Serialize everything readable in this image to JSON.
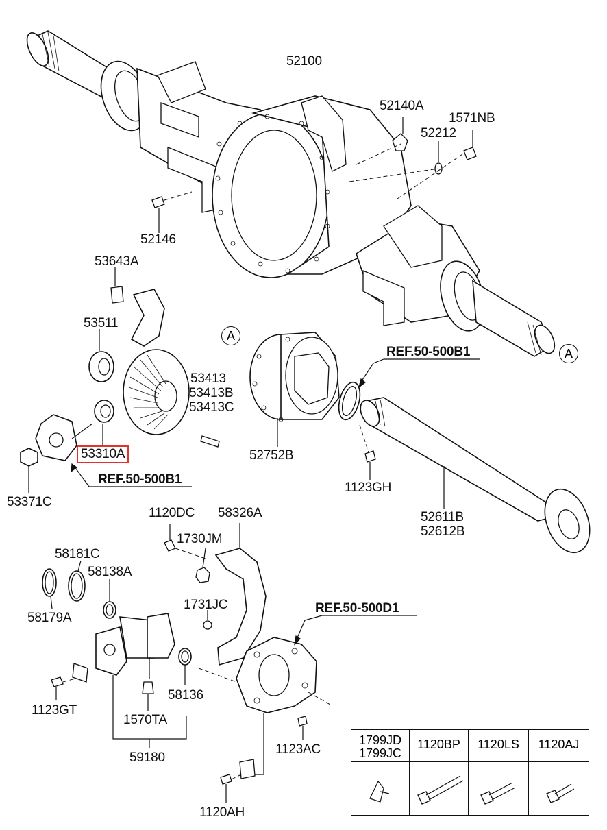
{
  "labels": {
    "p52100": "52100",
    "p52140a": "52140A",
    "p1571nb": "1571NB",
    "p52212": "52212",
    "p52146": "52146",
    "p53643a": "53643A",
    "p53511": "53511",
    "p53413": "53413",
    "p53413b": "53413B",
    "p53413c": "53413C",
    "p53310a": "53310A",
    "p53371c": "53371C",
    "p52752b": "52752B",
    "p1123gh": "1123GH",
    "p52611b": "52611B",
    "p52612b": "52612B",
    "p1120dc": "1120DC",
    "p58326a": "58326A",
    "p1730jm": "1730JM",
    "p58181c": "58181C",
    "p58138a": "58138A",
    "p58179a": "58179A",
    "p1731jc": "1731JC",
    "p1123gt": "1123GT",
    "p58136": "58136",
    "p1570ta": "1570TA",
    "p59180": "59180",
    "p1123ac": "1123AC",
    "p1120ah": "1120AH"
  },
  "refs": {
    "ref_b1_top": "REF.50-500B1",
    "ref_b1_left": "REF.50-500B1",
    "ref_d1": "REF.50-500D1"
  },
  "callouts": {
    "a_left": "A",
    "a_right": "A"
  },
  "legend": {
    "items": [
      {
        "code": "1799JD",
        "code2": "1799JC"
      },
      {
        "code": "1120BP"
      },
      {
        "code": "1120LS"
      },
      {
        "code": "1120AJ"
      }
    ]
  },
  "highlight": {
    "part": "53310A",
    "color": "#e0332e"
  }
}
